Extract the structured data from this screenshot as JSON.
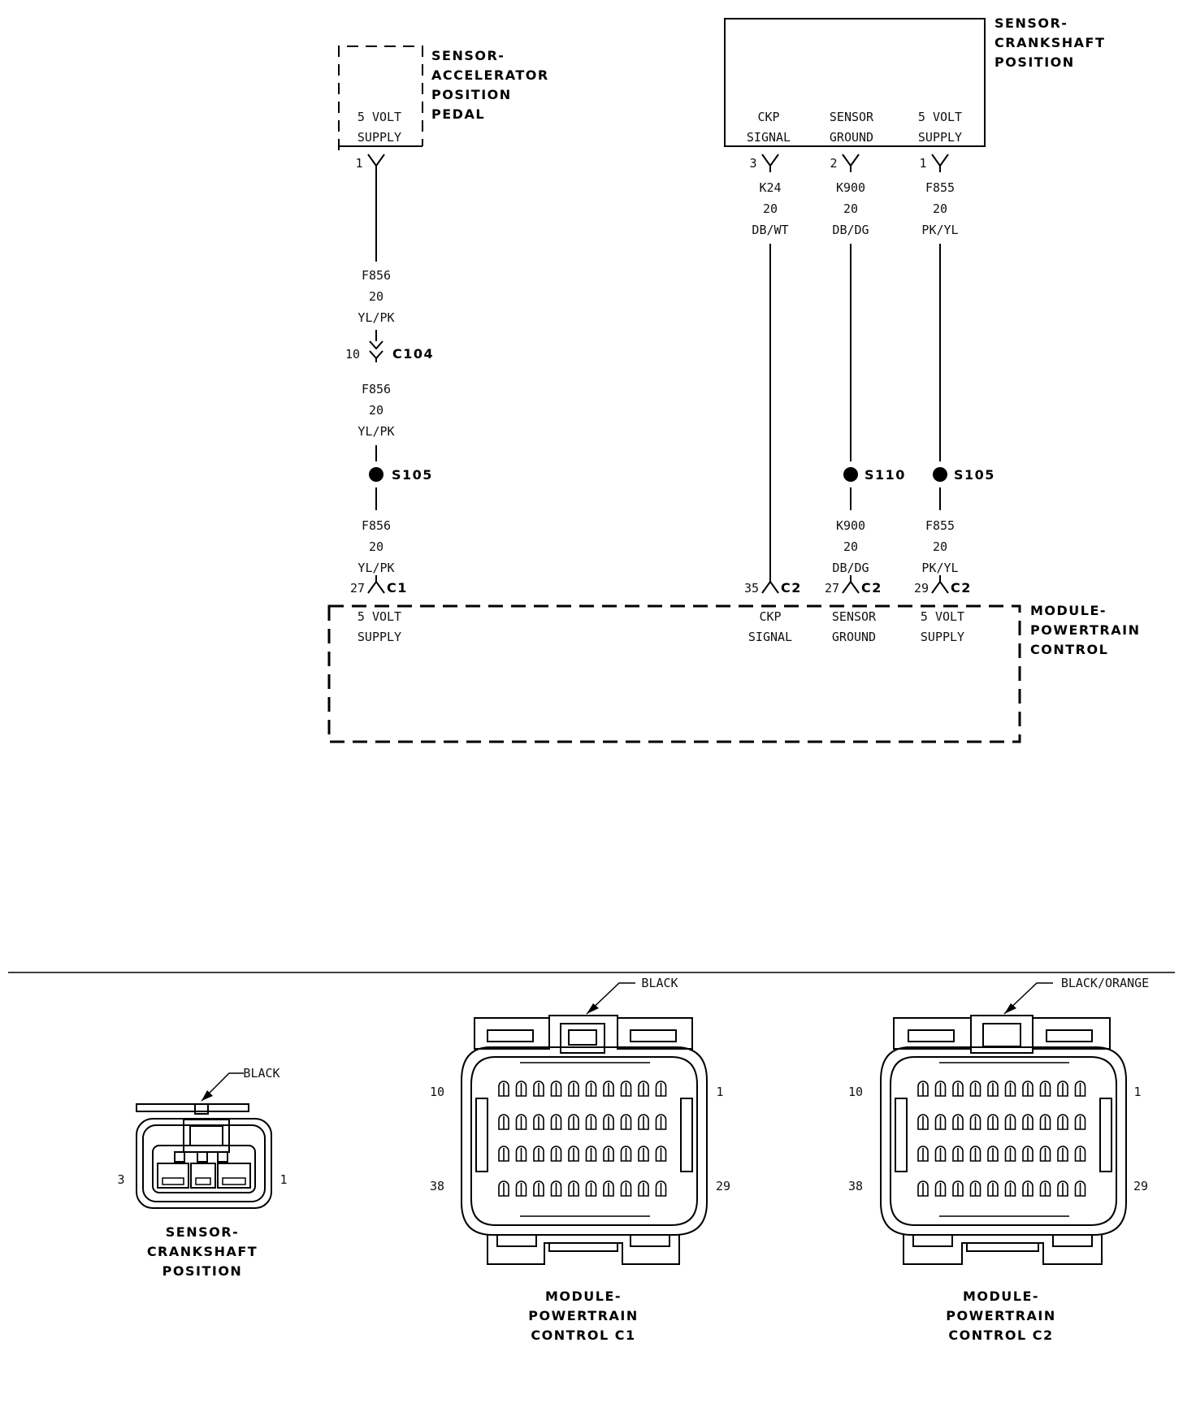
{
  "components": {
    "app_sensor": [
      "SENSOR-",
      "ACCELERATOR",
      "POSITION",
      "PEDAL"
    ],
    "ckp_sensor": [
      "SENSOR-",
      "CRANKSHAFT",
      "POSITION"
    ],
    "pcm": [
      "MODULE-",
      "POWERTRAIN",
      "CONTROL"
    ]
  },
  "pins": {
    "app_5v": [
      "5 VOLT",
      "SUPPLY"
    ],
    "ckp_signal": [
      "CKP",
      "SIGNAL"
    ],
    "ckp_ground": [
      "SENSOR",
      "GROUND"
    ],
    "ckp_5v": [
      "5 VOLT",
      "SUPPLY"
    ],
    "pcm_5v_app": [
      "5 VOLT",
      "SUPPLY"
    ],
    "pcm_ckp": [
      "CKP",
      "SIGNAL"
    ],
    "pcm_ground": [
      "SENSOR",
      "GROUND"
    ],
    "pcm_5v_ckp": [
      "5 VOLT",
      "SUPPLY"
    ]
  },
  "pin_numbers": {
    "app_pin": "1",
    "ckp_pin3": "3",
    "ckp_pin2": "2",
    "ckp_pin1": "1",
    "c104_pin": "10",
    "pcm_c1_27": "27",
    "pcm_c2_35": "35",
    "pcm_c2_27": "27",
    "pcm_c2_29": "29"
  },
  "wires": {
    "f856_a": [
      "F856",
      "20",
      "YL/PK"
    ],
    "f856_b": [
      "F856",
      "20",
      "YL/PK"
    ],
    "f856_c": [
      "F856",
      "20",
      "YL/PK"
    ],
    "k24": [
      "K24",
      "20",
      "DB/WT"
    ],
    "k900_a": [
      "K900",
      "20",
      "DB/DG"
    ],
    "k900_b": [
      "K900",
      "20",
      "DB/DG"
    ],
    "f855_a": [
      "F855",
      "20",
      "PK/YL"
    ],
    "f855_b": [
      "F855",
      "20",
      "PK/YL"
    ]
  },
  "connectors": {
    "c104": "C104",
    "c1": "C1",
    "c2a": "C2",
    "c2b": "C2",
    "c2c": "C2"
  },
  "splices": {
    "s105_left": "S105",
    "s110": "S110",
    "s105_right": "S105"
  },
  "connector_views": {
    "ckp": {
      "color": "BLACK",
      "left_pin": "3",
      "right_pin": "1",
      "title": [
        "SENSOR-",
        "CRANKSHAFT",
        "POSITION"
      ]
    },
    "pcm_c1": {
      "color": "BLACK",
      "top_left": "10",
      "top_right": "1",
      "bottom_left": "38",
      "bottom_right": "29",
      "title": [
        "MODULE-",
        "POWERTRAIN",
        "CONTROL C1"
      ]
    },
    "pcm_c2": {
      "color": "BLACK/ORANGE",
      "top_left": "10",
      "top_right": "1",
      "bottom_left": "38",
      "bottom_right": "29",
      "title": [
        "MODULE-",
        "POWERTRAIN",
        "CONTROL C2"
      ]
    }
  }
}
